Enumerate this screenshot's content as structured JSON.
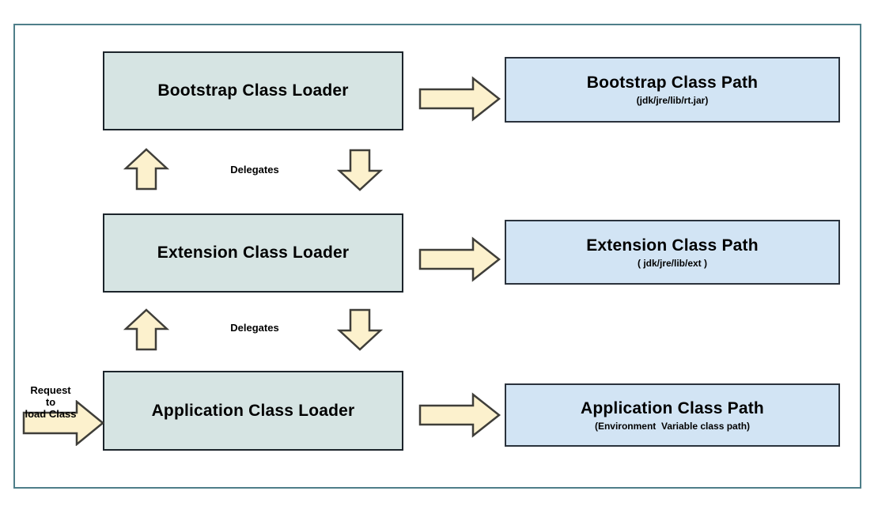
{
  "diagram": {
    "type": "flow-diagram",
    "subject": "Java Class Loader delegation hierarchy",
    "loaders": [
      {
        "label": "Bootstrap Class Loader"
      },
      {
        "label": "Extension Class Loader"
      },
      {
        "label": "Application Class Loader"
      }
    ],
    "paths": [
      {
        "label": "Bootstrap Class Path",
        "sublabel": "(jdk/jre/lib/rt.jar)"
      },
      {
        "label": "Extension Class Path",
        "sublabel": "( jdk/jre/lib/ext )"
      },
      {
        "label": "Application Class Path",
        "sublabel": "(Environment  Variable class path)"
      }
    ],
    "delegates_label": "Delegates",
    "request": {
      "lines": [
        "Request",
        "to",
        "load Class"
      ]
    },
    "icons": [
      "right-block-arrow-icon",
      "up-block-arrow-icon",
      "down-block-arrow-icon"
    ],
    "colors": {
      "frame_border": "#4e7e89",
      "loader_box_fill": "#d6e4e3",
      "loader_box_border": "#1c242b",
      "path_box_fill": "#d2e4f4",
      "path_box_border": "#2a323c",
      "arrow_fill": "#fcf1cd",
      "arrow_stroke": "#3f3e39",
      "text": "#000000",
      "background": "#ffffff"
    }
  }
}
